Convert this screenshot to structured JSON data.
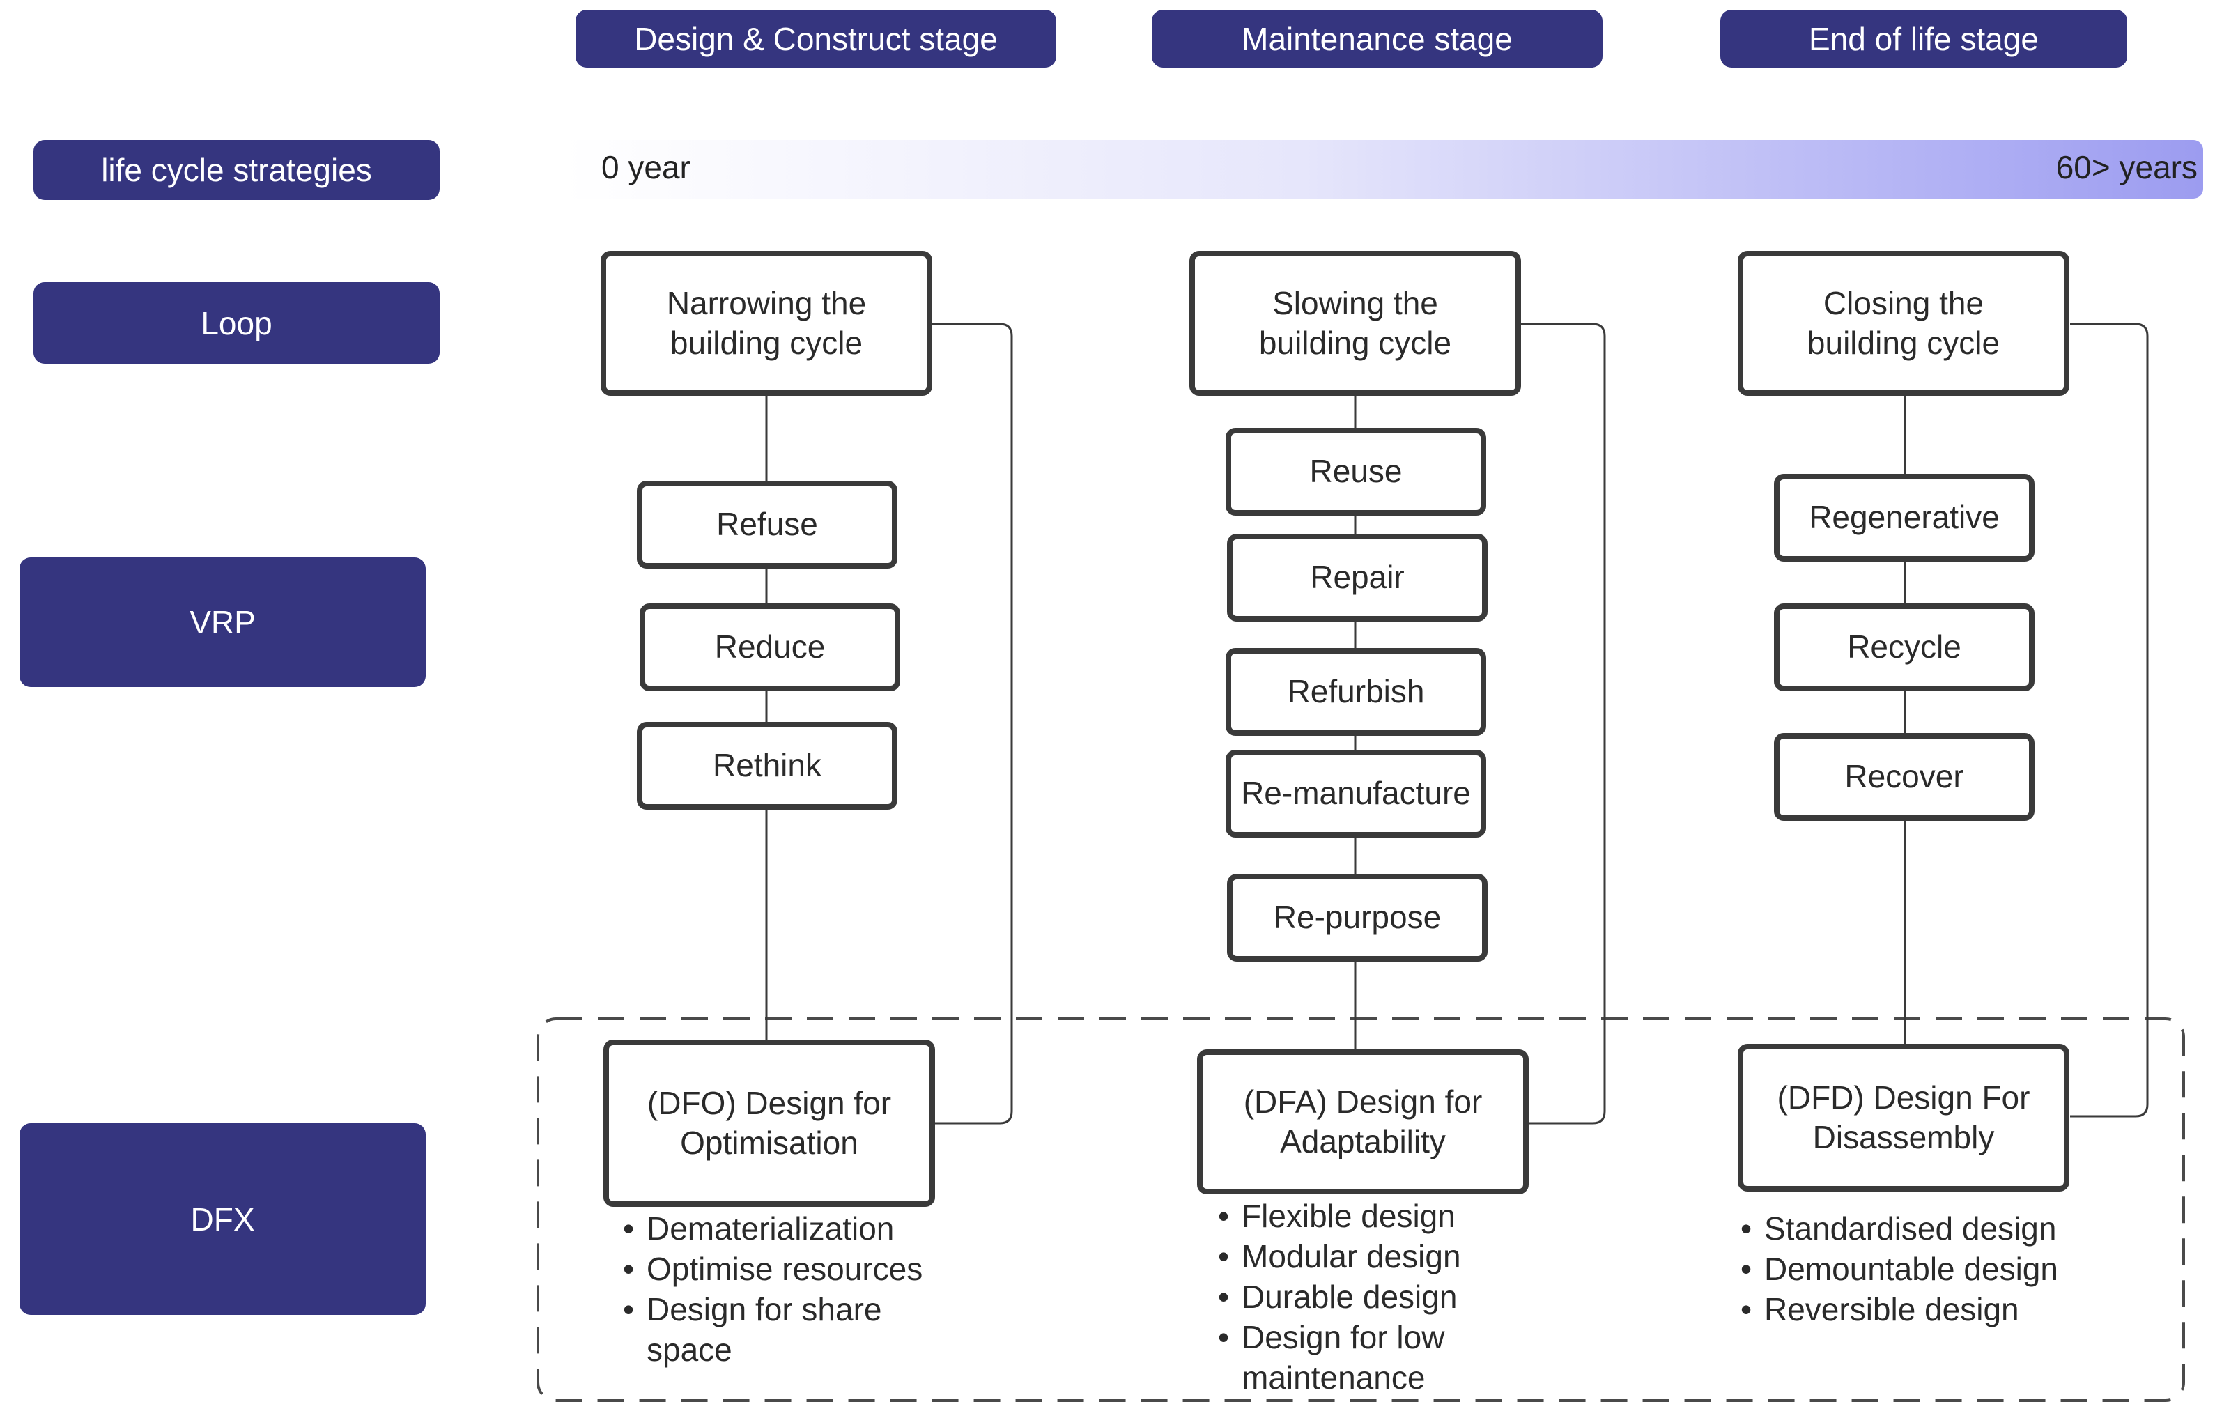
{
  "stages": [
    "Design & Construct stage",
    "Maintenance stage",
    "End of life stage"
  ],
  "rows": {
    "strategies": "life cycle strategies",
    "loop": "Loop",
    "vrp": "VRP",
    "dfx": "DFX"
  },
  "timeline": {
    "start": "0 year",
    "end": "60> years"
  },
  "columns": [
    {
      "loop": "Narrowing the\nbuilding cycle",
      "vrp": [
        "Refuse",
        "Reduce",
        "Rethink"
      ],
      "dfx": "(DFO) Design for\nOptimisation",
      "bullets": [
        "Dematerialization",
        "Optimise resources",
        "Design for share space"
      ]
    },
    {
      "loop": "Slowing the\nbuilding cycle",
      "vrp": [
        "Reuse",
        "Repair",
        "Refurbish",
        "Re-manufacture",
        "Re-purpose"
      ],
      "dfx": "(DFA) Design for\nAdaptability",
      "bullets": [
        "Flexible design",
        "Modular design",
        "Durable design",
        "Design for low maintenance"
      ]
    },
    {
      "loop": "Closing the\nbuilding cycle",
      "vrp": [
        "Regenerative",
        "Recycle",
        "Recover"
      ],
      "dfx": "(DFD) Design For\nDisassembly",
      "bullets": [
        "Standardised design",
        "Demountable design",
        "Reversible design"
      ]
    }
  ],
  "colors": {
    "navy": "#35357f",
    "border": "#3a3a3a",
    "gradient_end": "#9c9cf0"
  }
}
